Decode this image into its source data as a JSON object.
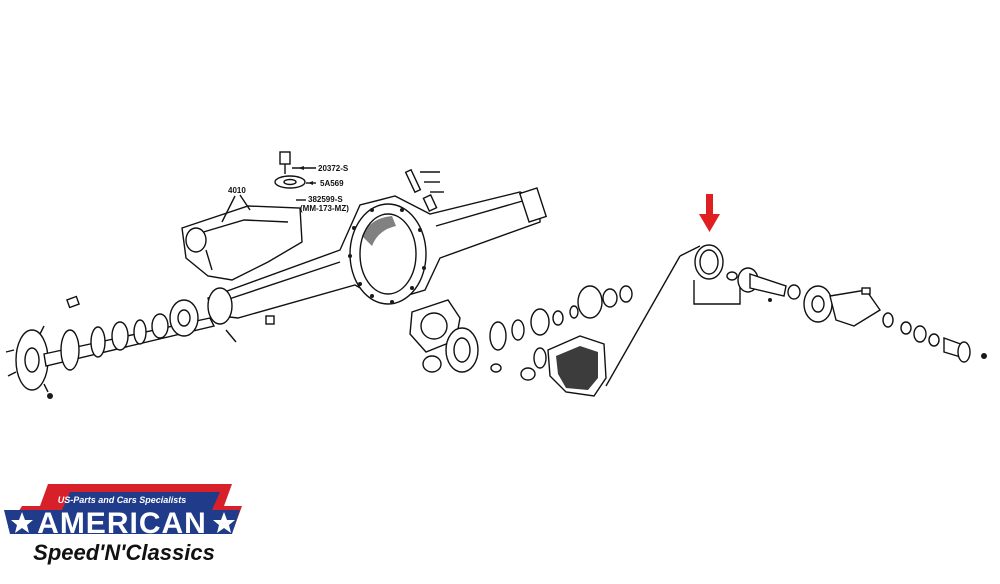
{
  "part_labels": [
    {
      "id": "20372-S"
    },
    {
      "id": "5A569"
    },
    {
      "id": "4010"
    },
    {
      "id": "382599-S"
    },
    {
      "id": "(MM-173-MZ)"
    }
  ],
  "highlight": {
    "color": "#e02020"
  },
  "logo": {
    "tagline": "US-Parts and Cars Specialists",
    "name": "AMERICAN",
    "sub": "Speed'N'Classics",
    "colors": {
      "red": "#d8202a",
      "blue": "#1f3b8a",
      "white": "#ffffff"
    }
  }
}
